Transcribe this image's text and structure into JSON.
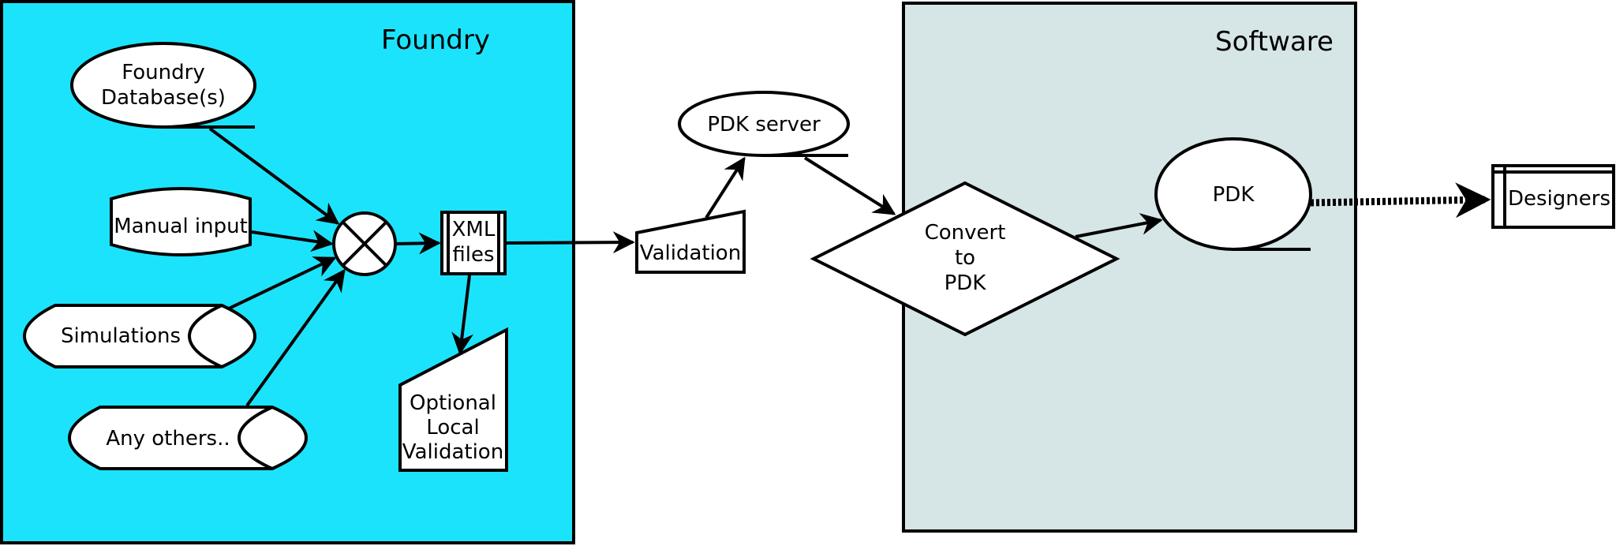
{
  "colors": {
    "foundry_fill": "#1ce3fc",
    "software_fill": "#d6e5e6",
    "stroke": "#000000",
    "node_fill": "#ffffff"
  },
  "regions": {
    "foundry": "Foundry",
    "software": "Software"
  },
  "nodes": {
    "foundry_db": [
      "Foundry",
      "Database(s)"
    ],
    "manual_input": "Manual input",
    "simulations": "Simulations",
    "any_others": "Any others..",
    "xml_files": [
      "XML",
      "files"
    ],
    "optional_validation": [
      "Optional",
      "Local",
      "Validation"
    ],
    "validation": "Validation",
    "pdk_server": "PDK server",
    "convert": [
      "Convert",
      "to",
      "PDK"
    ],
    "pdk": "PDK",
    "designers": "Designers"
  }
}
